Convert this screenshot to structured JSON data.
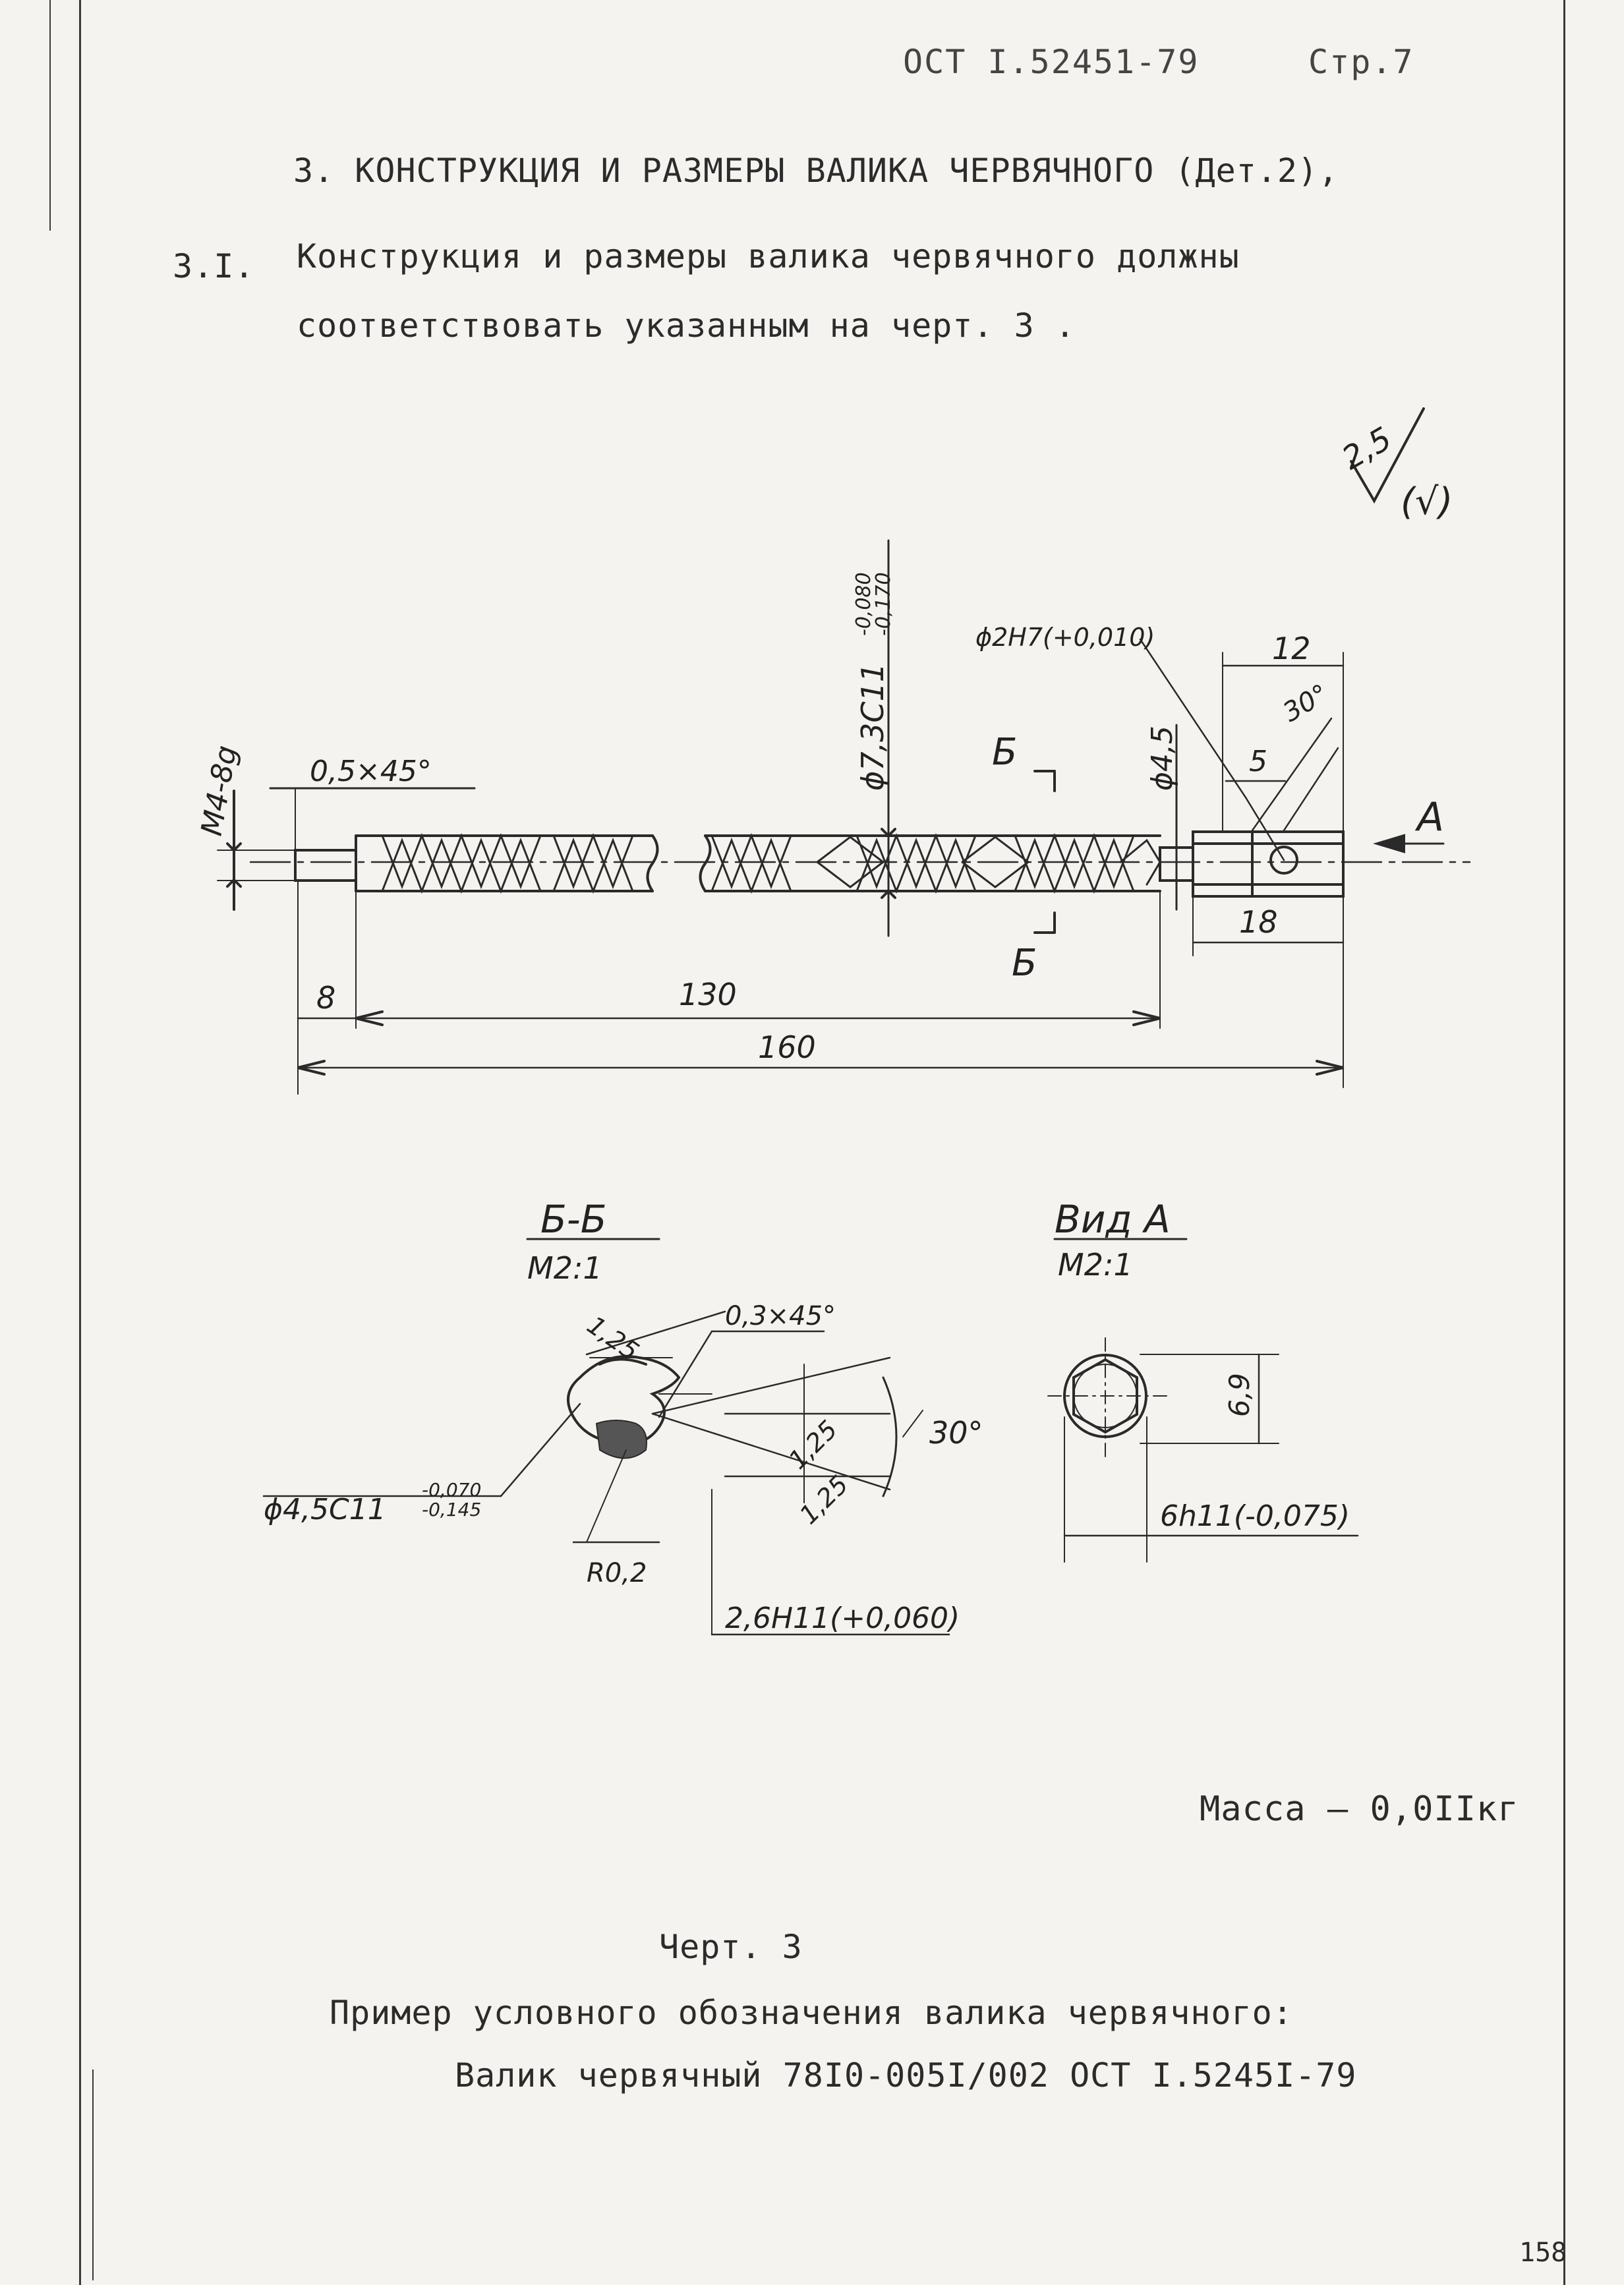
{
  "header": {
    "doc_number": "ОСТ I.52451-79",
    "page": "Стр.7"
  },
  "section": {
    "title": "3. КОНСТРУКЦИЯ И РАЗМЕРЫ ВАЛИКА ЧЕРВЯЧНОГО (Дет.2),",
    "clause_number": "3.I.",
    "clause_line1": "Конструкция и размеры валика червячного должны",
    "clause_line2": "соответствовать указанным на черт. 3 ."
  },
  "drawing": {
    "roughness": {
      "value": "2,5",
      "suffix": "(√)"
    },
    "main_view": {
      "thread": "М4-8g",
      "chamfer": "0,5×45°",
      "diameter_main": "ϕ7,3С11(-0,080/-0,170)",
      "diameter_main_num": "ϕ7,3С11",
      "diameter_main_tol_upper": "-0,080",
      "diameter_main_tol_lower": "-0,170",
      "diameter_small": "ϕ4,5",
      "hole": "ϕ2Н7(+0,010)",
      "section_mark": "Б",
      "view_mark": "А",
      "dims": {
        "d12": "12",
        "d30": "30°",
        "d5": "5",
        "d18": "18",
        "d8": "8",
        "d130": "130",
        "d160": "160"
      }
    },
    "section_bb": {
      "title": "Б-Б",
      "scale": "М2:1",
      "r1": "1,25",
      "chamfer": "0,3×45°",
      "d125a": "1,25",
      "d125b": "1,25",
      "angle": "30°",
      "diameter": "ϕ4,5С11(-0,070/-0,145)",
      "diameter_num": "ϕ4,5С11",
      "diameter_tol_upper": "-0,070",
      "diameter_tol_lower": "-0,145",
      "radius": "R0,2",
      "width": "2,6Н11(+0,060)"
    },
    "view_a": {
      "title": "Вид А",
      "scale": "М2:1",
      "height": "6,9",
      "width": "6h11(-0,075)"
    }
  },
  "mass": "Масса – 0,0IIкг",
  "figure_caption": "Черт. 3",
  "example_title": "Пример условного обозначения валика червячного:",
  "example_line": "Валик   червячный 78I0-005I/002   ОСТ I.5245I-79",
  "page_number": "158"
}
